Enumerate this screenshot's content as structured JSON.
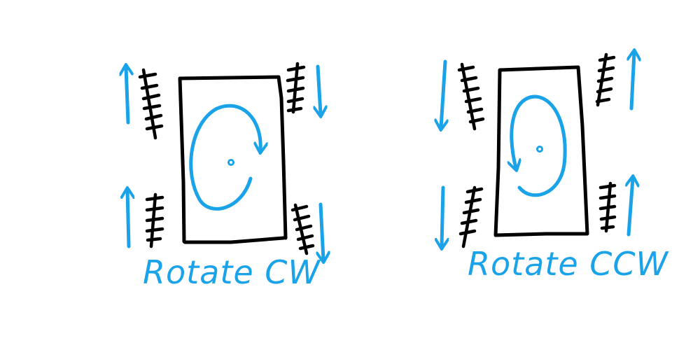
{
  "diagrams": [
    {
      "label": "Rotate CW",
      "rotation": "clockwise",
      "wheel_directions": {
        "front_left": "up",
        "rear_left": "up",
        "front_right": "down",
        "rear_right": "down"
      }
    },
    {
      "label": "Rotate CCW",
      "rotation": "counterclockwise",
      "wheel_directions": {
        "front_left": "down",
        "rear_left": "down",
        "front_right": "up",
        "rear_right": "up"
      }
    }
  ],
  "colors": {
    "ink": "#000000",
    "arrows": "#1aa3e8",
    "background": "#ffffff"
  }
}
